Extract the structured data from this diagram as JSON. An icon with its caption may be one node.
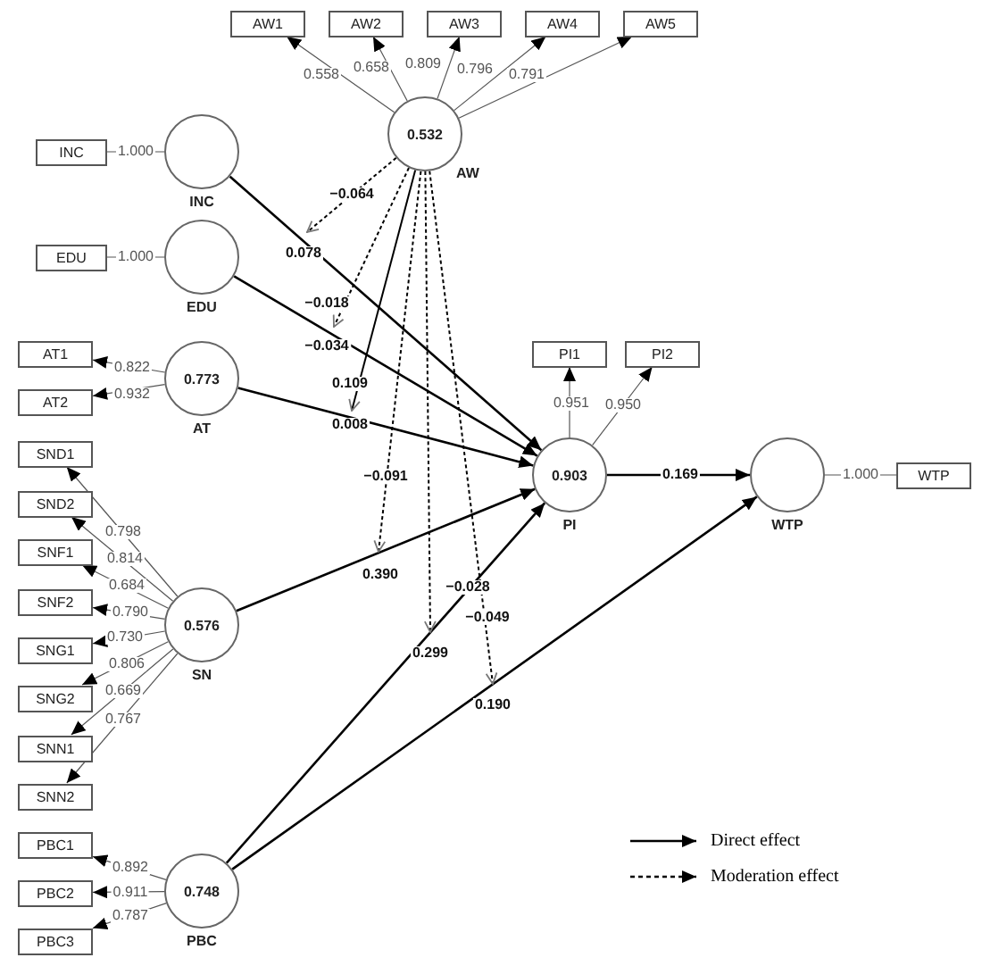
{
  "diagram": {
    "nodes": [
      {
        "text": [
          "AW1"
        ]
      },
      {
        "text": [
          "AW2"
        ]
      },
      {
        "text": [
          "AW3"
        ]
      },
      {
        "text": [
          "AW4"
        ]
      },
      {
        "text": [
          "AW5"
        ]
      },
      {
        "text": [
          "0.532"
        ],
        "beside": [
          "AW"
        ]
      },
      {
        "text": [
          "INC"
        ]
      },
      {
        "text": [],
        "shape": "circle",
        "beside": [
          "INC"
        ]
      },
      {
        "text": [
          "EDU"
        ]
      },
      {
        "text": [],
        "shape": "circle",
        "beside": [
          "EDU"
        ]
      },
      {
        "text": [
          "AT1"
        ]
      },
      {
        "text": [
          "AT2"
        ]
      },
      {
        "text": [
          "0.773"
        ],
        "beside": [
          "AT"
        ]
      },
      {
        "text": [
          "PI1"
        ]
      },
      {
        "text": [
          "PI2"
        ]
      },
      {
        "text": [
          "0.903"
        ],
        "beside": [
          "PI"
        ]
      },
      {
        "text": [],
        "shape": "circle",
        "beside": [
          "WTP"
        ]
      },
      {
        "text": [
          "WTP"
        ]
      },
      {
        "text": [
          "SND1"
        ]
      },
      {
        "text": [
          "SND2"
        ]
      },
      {
        "text": [
          "SNF1"
        ]
      },
      {
        "text": [
          "SNF2"
        ]
      },
      {
        "text": [
          "SNG1"
        ]
      },
      {
        "text": [
          "SNG2"
        ]
      },
      {
        "text": [
          "SNN1"
        ]
      },
      {
        "text": [
          "SNN2"
        ]
      },
      {
        "text": [
          "0.576"
        ],
        "beside": [
          "SN"
        ]
      },
      {
        "text": [
          "PBC1"
        ]
      },
      {
        "text": [
          "PBC2"
        ]
      },
      {
        "text": [
          "PBC3"
        ]
      },
      {
        "text": [
          "0.748"
        ],
        "beside": [
          "PBC"
        ]
      }
    ],
    "edges": [
      {
        "from": 5,
        "to": 0,
        "arrow": "to",
        "label": "0.558"
      },
      {
        "from": 5,
        "to": 1,
        "arrow": "to",
        "label": "0.658"
      },
      {
        "from": 5,
        "to": 2,
        "arrow": "to",
        "label": "0.809"
      },
      {
        "from": 5,
        "to": 3,
        "arrow": "to",
        "label": "0.796"
      },
      {
        "from": 5,
        "to": 4,
        "arrow": "to",
        "label": "0.791"
      },
      {
        "from": 7,
        "to": 6,
        "arrow": "none",
        "label": "1.000"
      },
      {
        "from": 9,
        "to": 8,
        "arrow": "none",
        "label": "1.000"
      },
      {
        "from": 12,
        "to": 10,
        "arrow": "to",
        "label": "0.822"
      },
      {
        "from": 12,
        "to": 11,
        "arrow": "to",
        "label": "0.932"
      },
      {
        "from": 15,
        "to": 13,
        "arrow": "to",
        "label": "0.951"
      },
      {
        "from": 15,
        "to": 14,
        "arrow": "to",
        "label": "0.950"
      },
      {
        "from": 16,
        "to": 17,
        "arrow": "none",
        "label": "1.000"
      },
      {
        "from": 26,
        "to": 18,
        "arrow": "to",
        "label": "0.798"
      },
      {
        "from": 26,
        "to": 19,
        "arrow": "to",
        "label": "0.814"
      },
      {
        "from": 26,
        "to": 20,
        "arrow": "to",
        "label": "0.684"
      },
      {
        "from": 26,
        "to": 21,
        "arrow": "to",
        "label": "0.790"
      },
      {
        "from": 26,
        "to": 22,
        "arrow": "to",
        "label": "0.730"
      },
      {
        "from": 26,
        "to": 23,
        "arrow": "to",
        "label": "0.806"
      },
      {
        "from": 26,
        "to": 24,
        "arrow": "to",
        "label": "0.669"
      },
      {
        "from": 26,
        "to": 25,
        "arrow": "to",
        "label": "0.767"
      },
      {
        "from": 30,
        "to": 27,
        "arrow": "to",
        "label": "0.892"
      },
      {
        "from": 30,
        "to": 28,
        "arrow": "to",
        "label": "0.911"
      },
      {
        "from": 30,
        "to": 29,
        "arrow": "to",
        "label": "0.787"
      },
      {
        "from": 7,
        "to": 15,
        "arrow": "to",
        "label": "0.078"
      },
      {
        "from": 9,
        "to": 15,
        "arrow": "to",
        "label": "−0.034"
      },
      {
        "from": 12,
        "to": 15,
        "arrow": "to",
        "label": "0.008"
      },
      {
        "from": 26,
        "to": 15,
        "arrow": "to",
        "label": "0.390"
      },
      {
        "from": 30,
        "to": 15,
        "arrow": "to",
        "label": "0.299"
      },
      {
        "from": 30,
        "to": 16,
        "arrow": "to",
        "label": "0.190"
      },
      {
        "from": 15,
        "to": 16,
        "arrow": "to",
        "label": "0.169"
      },
      {
        "from": 5,
        "to": null,
        "arrow": "to",
        "label": "−0.064",
        "style": "dashed"
      },
      {
        "from": 5,
        "to": null,
        "arrow": "to",
        "label": "−0.018",
        "style": "dashed"
      },
      {
        "from": 5,
        "to": null,
        "arrow": "to",
        "label": "0.109"
      },
      {
        "from": 5,
        "to": null,
        "arrow": "to",
        "label": "−0.091",
        "style": "dashed"
      },
      {
        "from": 5,
        "to": null,
        "arrow": "to",
        "label": "−0.028",
        "style": "dashed"
      },
      {
        "from": 5,
        "to": null,
        "arrow": "to",
        "label": "−0.049",
        "style": "dashed"
      }
    ],
    "legend": [
      {
        "text": "Direct effect"
      },
      {
        "text": "Moderation effect"
      }
    ]
  }
}
